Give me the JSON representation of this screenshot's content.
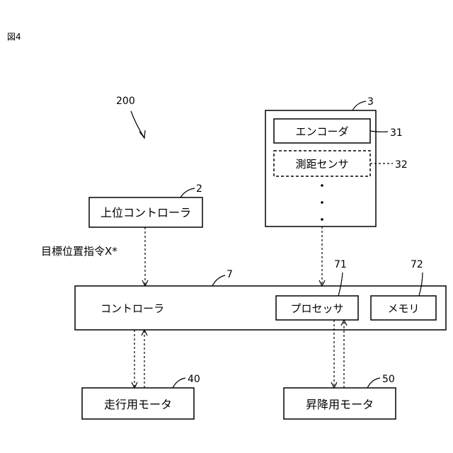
{
  "figure_label": "図4",
  "system": {
    "ref": "200"
  },
  "upper_controller": {
    "label": "上位コントローラ",
    "ref": "2"
  },
  "sensor_unit": {
    "ref": "3",
    "encoder": {
      "label": "エンコーダ",
      "ref": "31"
    },
    "distance_sensor": {
      "label": "測距センサ",
      "ref": "32"
    }
  },
  "command_label": "目標位置指令X*",
  "controller": {
    "label": "コントローラ",
    "ref": "7",
    "processor": {
      "label": "プロセッサ",
      "ref": "71"
    },
    "memory": {
      "label": "メモリ",
      "ref": "72"
    }
  },
  "travel_motor": {
    "label": "走行用モータ",
    "ref": "40"
  },
  "lift_motor": {
    "label": "昇降用モータ",
    "ref": "50"
  }
}
